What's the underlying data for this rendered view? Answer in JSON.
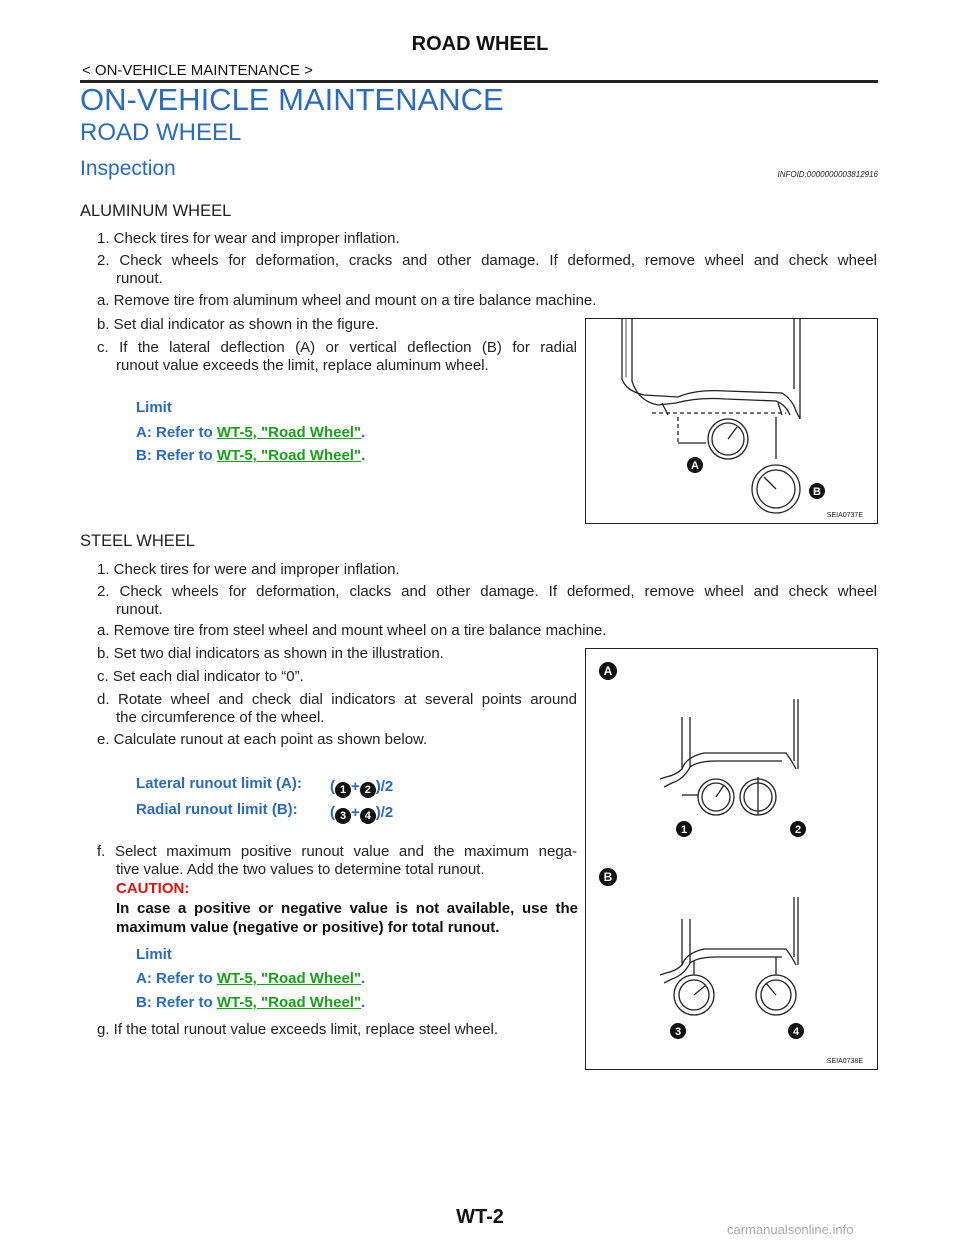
{
  "header": {
    "title": "ROAD WHEEL",
    "breadcrumb": "< ON-VEHICLE MAINTENANCE >"
  },
  "headings": {
    "h1": "ON-VEHICLE MAINTENANCE",
    "h2": "ROAD WHEEL",
    "h3": "Inspection",
    "infoid": "INFOID:0000000003812916"
  },
  "aluminum": {
    "title": "ALUMINUM WHEEL",
    "step1": "1. Check tires for wear and improper inflation.",
    "step2a": "2. Check wheels for deformation, cracks and other damage. If deformed, remove wheel and check wheel",
    "step2b": "runout.",
    "stepa": "a. Remove tire from aluminum wheel and mount on a tire balance machine.",
    "stepb": "b. Set dial indicator as shown in the figure.",
    "stepc1": "c. If the lateral deflection (A) or vertical deflection (B) for radial",
    "stepc2": "runout value exceeds the limit, replace aluminum wheel.",
    "limit_label": "Limit",
    "limitA": "A: Refer to ",
    "limitB": "B: Refer to ",
    "link": "WT-5, \"Road Wheel\"",
    "fig_label_a": "A",
    "fig_label_b": "B",
    "fig_id": "SEIA0737E"
  },
  "steel": {
    "title": "STEEL WHEEL",
    "step1": "1. Check tires for were and improper inflation.",
    "step2a": "2. Check wheels for deformation, clacks and other damage. If deformed, remove wheel and check wheel",
    "step2b": "runout.",
    "stepa": "a. Remove tire from steel wheel and mount wheel on a tire balance machine.",
    "stepb": "b. Set two dial indicators as shown in the illustration.",
    "stepc": "c. Set each dial indicator to “0”.",
    "stepd1": "d. Rotate wheel and check dial indicators at several points around",
    "stepd2": "the circumference of the wheel.",
    "stepe": "e. Calculate runout at each point as shown below.",
    "lat_label": "Lateral runout limit (A):",
    "rad_label": "Radial runout limit (B):",
    "lat_n1": "1",
    "lat_n2": "2",
    "rad_n1": "3",
    "rad_n2": "4",
    "paren_open": "(",
    "plus": "+",
    "div2": ")/2",
    "stepf1": "f. Select maximum positive runout value and the maximum nega-",
    "stepf2": "tive value. Add the two values to determine total runout.",
    "caution": "CAUTION:",
    "caution1": "In case a positive or negative value is not available, use the",
    "caution2": "maximum value (negative or positive) for total runout.",
    "limit_label": "Limit",
    "limitA": "A: Refer to ",
    "limitB": "B: Refer to ",
    "link": "WT-5, \"Road Wheel\"",
    "stepg": "g. If the total runout value exceeds limit, replace steel wheel.",
    "fig_label_a": "A",
    "fig_label_b": "B",
    "fig_n1": "1",
    "fig_n2": "2",
    "fig_n3": "3",
    "fig_n4": "4",
    "fig_id": "SEIA0738E"
  },
  "footer": {
    "page": "WT-2"
  },
  "watermark": "carmanualsonline.info"
}
